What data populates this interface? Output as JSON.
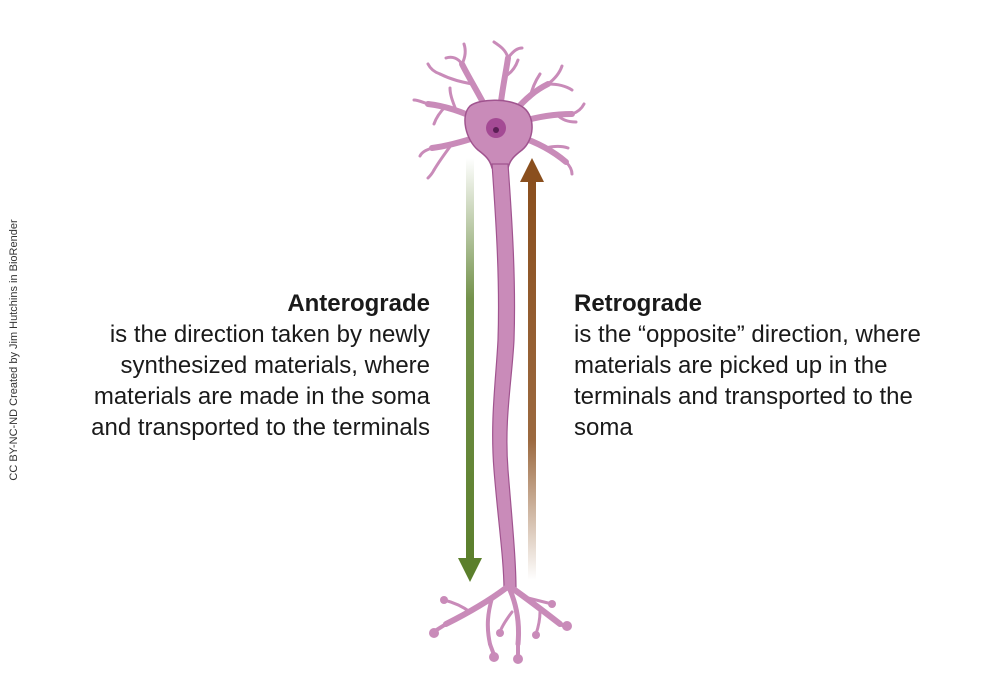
{
  "credit": "CC BY-NC-ND Created by Jim Hutchins in BioRender",
  "anterograde": {
    "title": "Anterograde",
    "body": "is the direction taken by newly\nsynthesized materials, where\nmaterials are made in the soma\nand transported to the terminals"
  },
  "retrograde": {
    "title": "Retrograde",
    "body": "is the “opposite” direction, where\nmaterials are picked up in the\nterminals and transported to the\nsoma"
  },
  "colors": {
    "neuron_fill": "#c98bb9",
    "neuron_stroke": "#a0548f",
    "nucleus": "#a44a94",
    "nucleolus": "#5a1f55",
    "anterograde_arrow": "#5b7f2c",
    "retrograde_arrow": "#8a4f1e",
    "text": "#1a1a1a"
  }
}
